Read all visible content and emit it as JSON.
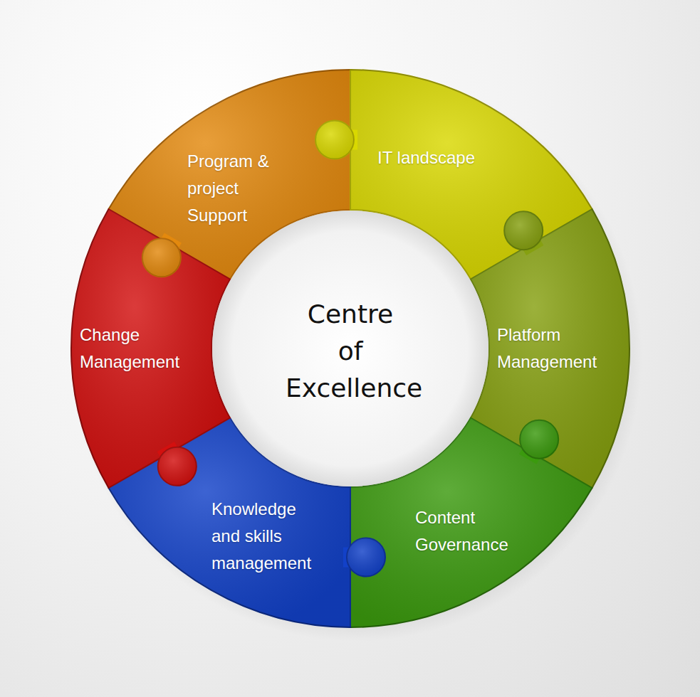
{
  "diagram": {
    "title": "Centre of Excellence",
    "nodes": [
      {
        "text": [
          "Program & project Support"
        ]
      },
      {
        "text": [
          "IT landscape"
        ]
      },
      {
        "text": [
          "Platform Management"
        ]
      },
      {
        "text": [
          "Content Governance"
        ]
      },
      {
        "text": [
          "Knowledge and skills management"
        ]
      },
      {
        "text": [
          "Change Management"
        ]
      }
    ]
  }
}
